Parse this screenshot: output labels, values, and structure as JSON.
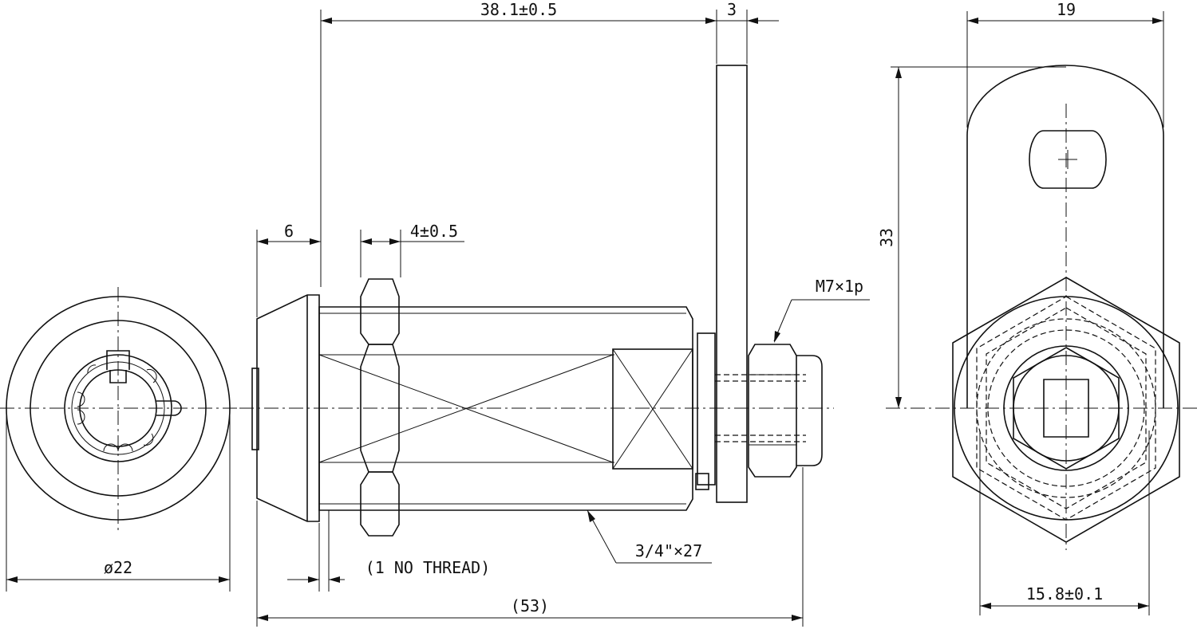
{
  "drawing": {
    "dimensions": {
      "overall_body": "38.1±0.5",
      "cam_thickness": "3",
      "bezel": "6",
      "nut_thickness": "4±0.5",
      "screw_thread": "M7×1p",
      "cam_length": "33",
      "cam_width": "19",
      "face_diameter": "ø22",
      "no_thread": "(1 NO THREAD)",
      "body_thread": "3/4\"×27",
      "overall_length": "(53)",
      "hex_width": "15.8±0.1"
    }
  }
}
